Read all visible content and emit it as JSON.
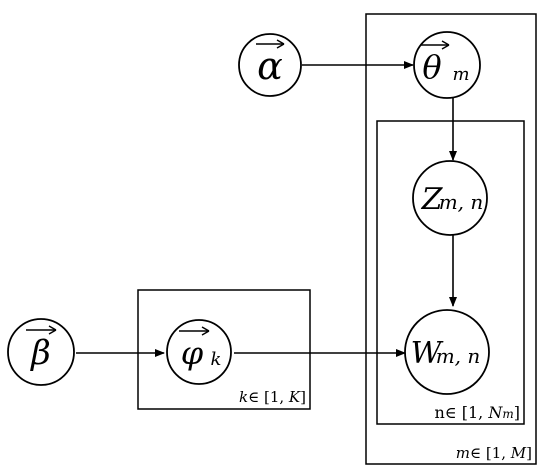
{
  "nodes": {
    "alpha": {
      "symbol": "α"
    },
    "theta": {
      "symbol": "θ",
      "subscript": "m"
    },
    "z": {
      "symbol": "Z",
      "subscript": "m, n"
    },
    "w": {
      "symbol": "W",
      "subscript": "m, n"
    },
    "beta": {
      "symbol": "β"
    },
    "phi": {
      "symbol": "φ",
      "subscript": "k"
    }
  },
  "plates": {
    "topic_plate": {
      "var": "k",
      "rest": "∈ [1, ",
      "bound": "K",
      "close": "]"
    },
    "word_plate": {
      "var": "n",
      "rest": "∈ [1, ",
      "bound": "N",
      "bound_sub": "m",
      "close": "]"
    },
    "doc_plate": {
      "var": "m",
      "rest": "∈ [1, ",
      "bound": "M",
      "close": "]"
    }
  }
}
